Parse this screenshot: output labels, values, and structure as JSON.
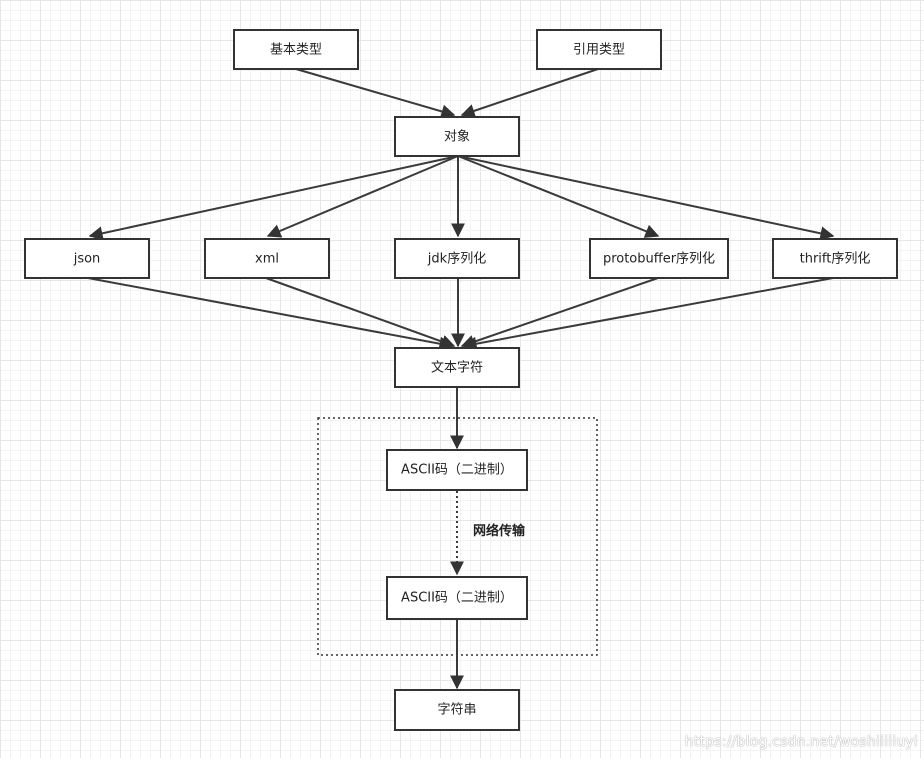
{
  "nodes": {
    "basic_types": "基本类型",
    "reference_types": "引用类型",
    "object": "对象",
    "json": "json",
    "xml": "xml",
    "jdk": "jdk序列化",
    "protobuffer": "protobuffer序列化",
    "thrift": "thrift序列化",
    "text_chars": "文本字符",
    "ascii_top": "ASCII码（二进制）",
    "ascii_bottom": "ASCII码（二进制）",
    "string": "字符串"
  },
  "edge_labels": {
    "network_transfer": "网络传输"
  },
  "watermark": "https://blog.csdn.net/woshililiuyi"
}
